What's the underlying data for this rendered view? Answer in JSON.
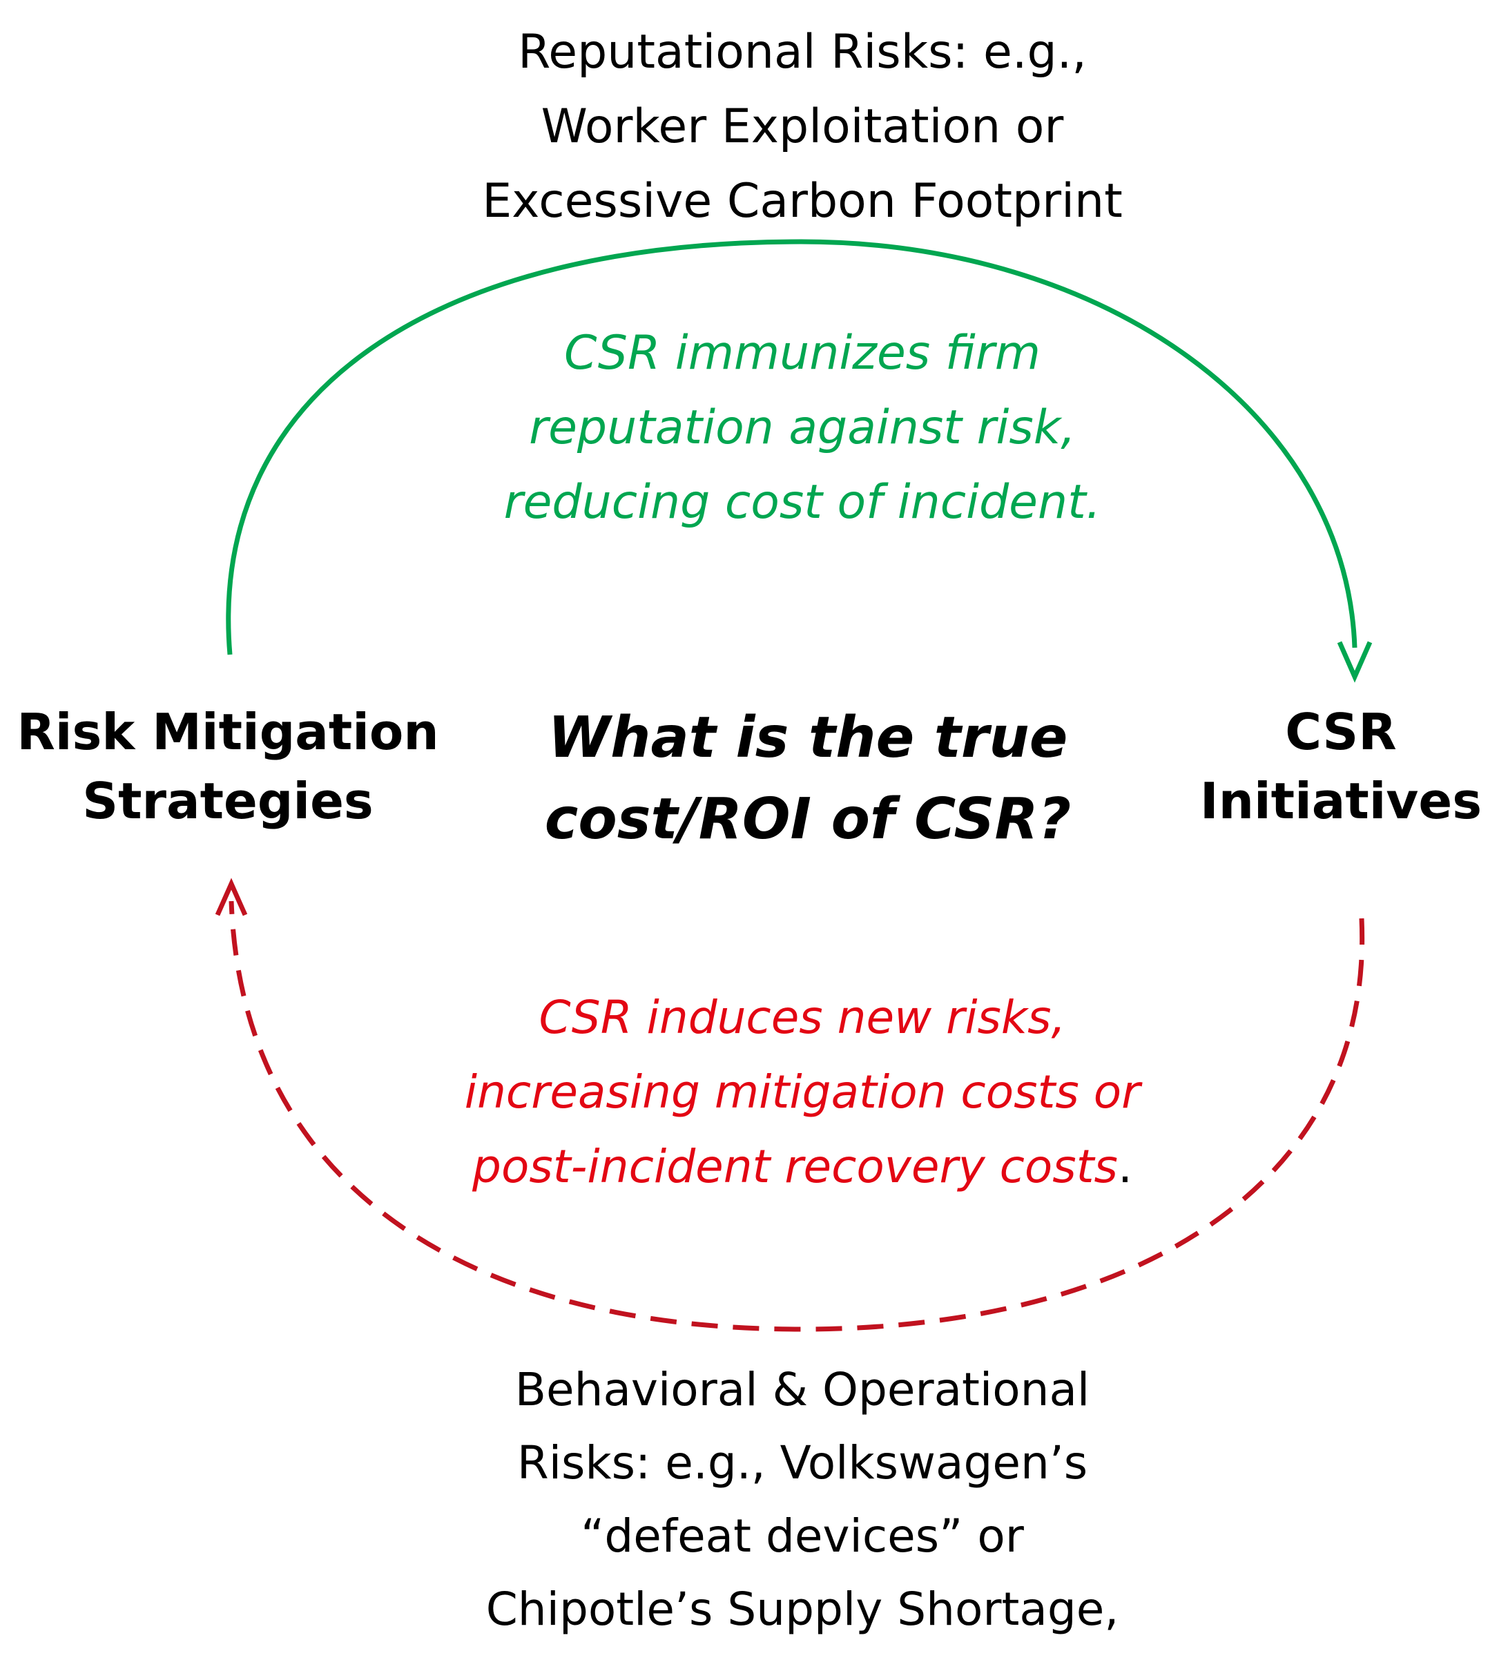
{
  "top_label": {
    "lines": [
      "Reputational Risks: e.g.,",
      "Worker Exploitation or",
      "Excessive Carbon Footprint"
    ]
  },
  "green_arrow_label": {
    "lines": [
      "CSR immunizes firm",
      "reputation against risk,",
      "reducing cost of incident."
    ],
    "color": "#00a650"
  },
  "left_node": {
    "lines": [
      "Risk Mitigation",
      "Strategies"
    ]
  },
  "center_question": {
    "lines": [
      "What is the true",
      "cost/ROI of CSR?"
    ]
  },
  "right_node": {
    "lines": [
      "CSR",
      "Initiatives"
    ]
  },
  "red_arrow_label": {
    "lines": [
      "CSR induces new risks,",
      "increasing mitigation costs or",
      "post-incident recovery costs"
    ],
    "trailing": ".",
    "color": "#e30613"
  },
  "bottom_label": {
    "lines": [
      "Behavioral & Operational",
      "Risks: e.g., Volkswagen’s",
      "“defeat devices” or",
      "Chipotle’s Supply Shortage,"
    ]
  },
  "colors": {
    "green_arrow": "#00a650",
    "red_arrow": "#c1121f"
  }
}
